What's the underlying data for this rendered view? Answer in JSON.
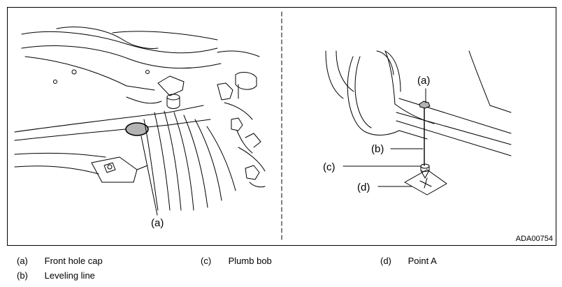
{
  "figure": {
    "figure_id": "ADA00754",
    "left_callouts": [
      "(a)"
    ],
    "right_callouts": [
      "(a)",
      "(b)",
      "(c)",
      "(d)"
    ]
  },
  "legend": [
    {
      "key": "(a)",
      "text": "Front hole cap"
    },
    {
      "key": "(b)",
      "text": "Leveling line"
    },
    {
      "key": "(c)",
      "text": "Plumb bob"
    },
    {
      "key": "(d)",
      "text": "Point A"
    }
  ]
}
